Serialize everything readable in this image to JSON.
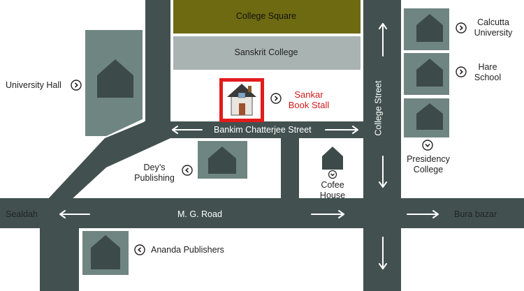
{
  "colors": {
    "road": "#425150",
    "road_outline": "#ffffff",
    "building_block": "#6f8582",
    "house_icon": "#3c4a49",
    "college_square_block": "#6e6a12",
    "sanskrit_college_block": "#a9b3b1",
    "highlight_frame": "#e21b1b",
    "highlight_label": "#cc1a1a",
    "arrow": "#ffffff"
  },
  "roads": {
    "bankim": "Bankim Chatterjee Street",
    "mg_road": "M. G. Road",
    "college_street": "College Street"
  },
  "blocks": {
    "college_square": "College Square",
    "sanskrit_college": "Sanskrit College"
  },
  "places": {
    "calcutta_university": [
      "Calcutta",
      "University"
    ],
    "hare_school": [
      "Hare",
      "School"
    ],
    "university_hall": "University Hall",
    "sankar_book_stall": [
      "Sankar",
      "Book Stall"
    ],
    "presidency_college": [
      "Presidency",
      "College"
    ],
    "deys_publishing": [
      "Dey’s",
      "Publishing"
    ],
    "cofee_house": [
      "Cofee",
      "House"
    ],
    "sealdah": "Sealdah",
    "bura_bazar": "Bura bazar",
    "ananda_publishers": "Ananda Publishers"
  },
  "icons": {
    "pointer": "circle-chevron-icon",
    "building": "house-icon",
    "bookstall": "house-illustration-icon",
    "direction": "arrow-icon"
  }
}
